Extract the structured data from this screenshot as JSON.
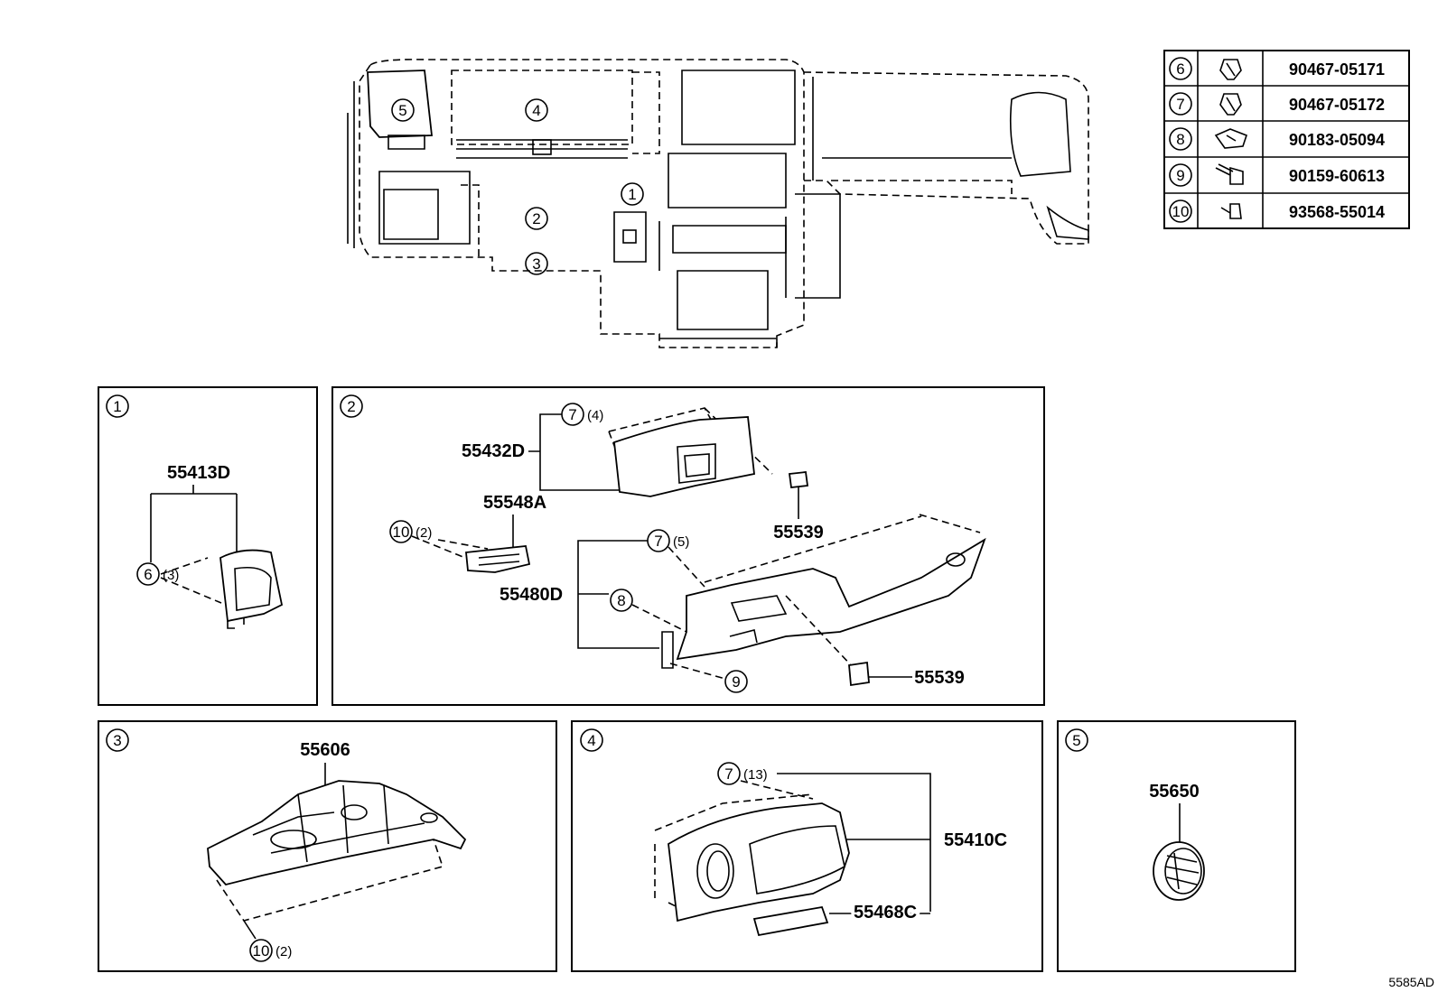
{
  "overview": {
    "callouts": [
      "1",
      "2",
      "3",
      "4",
      "5"
    ]
  },
  "fastener_table": [
    {
      "ref": "6",
      "part": "90467-05171",
      "icon": "clip-icon"
    },
    {
      "ref": "7",
      "part": "90467-05172",
      "icon": "clip-icon"
    },
    {
      "ref": "8",
      "part": "90183-05094",
      "icon": "nut-icon"
    },
    {
      "ref": "9",
      "part": "90159-60613",
      "icon": "screw-icon"
    },
    {
      "ref": "10",
      "part": "93568-55014",
      "icon": "screw-icon"
    }
  ],
  "panel1": {
    "id": "1",
    "part": "55413D",
    "fastener": {
      "ref": "6",
      "qty": "(3)"
    }
  },
  "panel2": {
    "id": "2",
    "upper_part": "55432D",
    "upper_fastener": {
      "ref": "7",
      "qty": "(4)"
    },
    "bracket_part": "55548A",
    "bracket_fastener": {
      "ref": "10",
      "qty": "(2)"
    },
    "switch_upper": "55539",
    "lower_part": "55480D",
    "lower_fastener_a": {
      "ref": "7",
      "qty": "(5)"
    },
    "lower_fastener_b": {
      "ref": "8"
    },
    "lower_fastener_c": {
      "ref": "9"
    },
    "switch_lower": "55539"
  },
  "panel3": {
    "id": "3",
    "part": "55606",
    "fastener": {
      "ref": "10",
      "qty": "(2)"
    }
  },
  "panel4": {
    "id": "4",
    "fastener": {
      "ref": "7",
      "qty": "(13)"
    },
    "cluster_part": "55410C",
    "lens_part": "55468C"
  },
  "panel5": {
    "id": "5",
    "part": "55650"
  },
  "diagram_code": "5585AD"
}
